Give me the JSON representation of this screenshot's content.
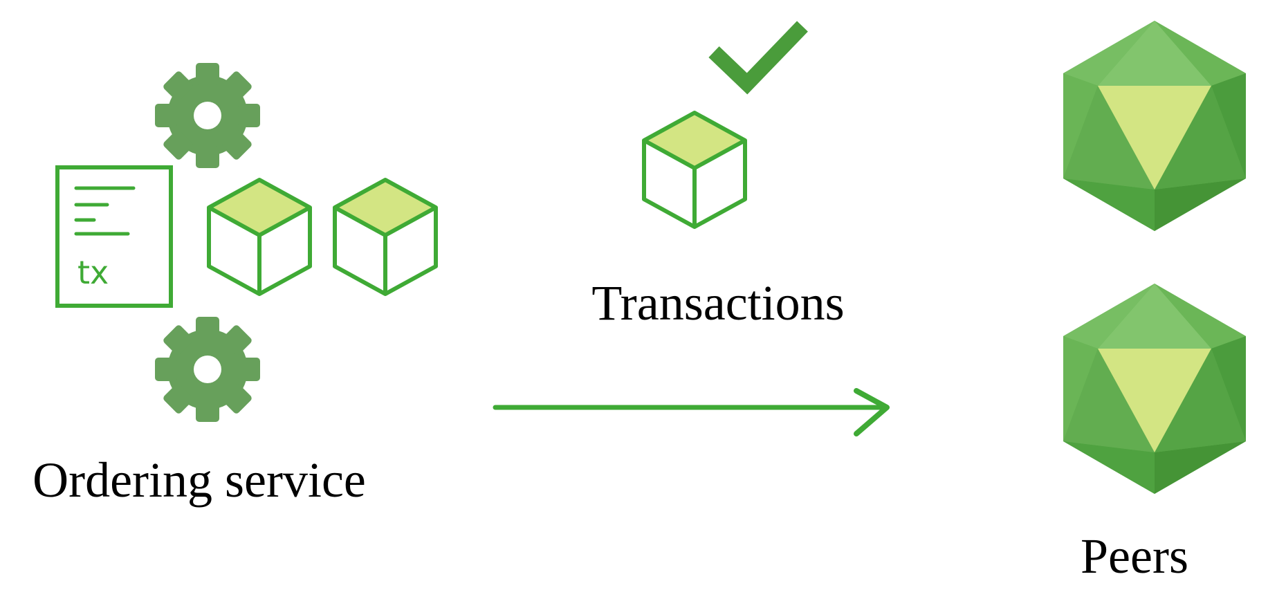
{
  "diagram": {
    "labels": {
      "ordering_service": "Ordering service",
      "transactions": "Transactions",
      "peers": "Peers"
    },
    "tx_document_text": "tx",
    "colors": {
      "gear": "#67a05b",
      "cube_top": "#d3e583",
      "cube_stroke": "#3faa35",
      "arrow": "#3faa35",
      "doc_stroke": "#3faa35",
      "peer_dark": "#4b9c3d",
      "peer_mid": "#5fb04e",
      "peer_light": "#77be63",
      "peer_center": "#d3e583",
      "check": "#4a9c3b"
    },
    "icons": [
      "gear-icon",
      "document-icon",
      "cube-icon",
      "checkmark-icon",
      "arrow-right-icon",
      "icosahedron-icon"
    ]
  }
}
